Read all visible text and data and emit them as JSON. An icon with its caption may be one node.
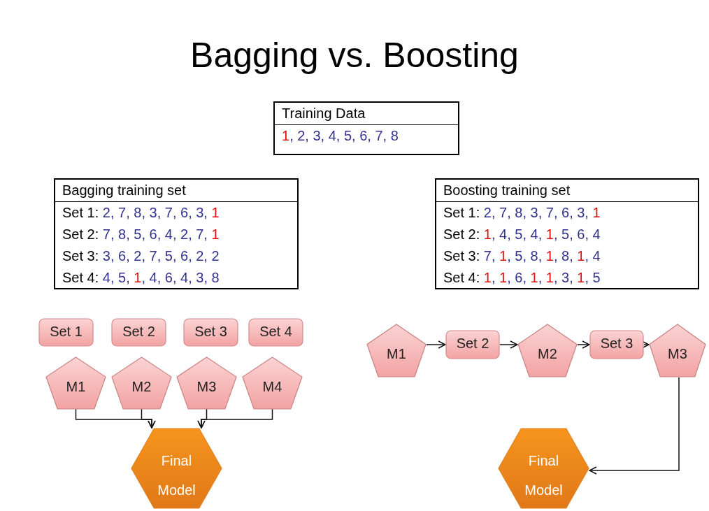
{
  "diagram": {
    "title": "Bagging vs. Boosting",
    "nodes": [
      {
        "text": [
          "Training Data",
          "**1**, 2, 3, 4, 5, 6, 7, 8"
        ]
      },
      {
        "text": [
          "Bagging training set",
          "Set 1:",
          "2, 7, 8, 3, 7, 6, 3, **1**",
          "Set 2:",
          "7, 8, 5, 6, 4, 2, 7, **1**",
          "Set 3:",
          "3, 6, 2, 7, 5, 6, 2, 2",
          "Set 4:",
          "4, 5, **1**, 4, 6, 4, 3, 8"
        ]
      },
      {
        "text": [
          "Boosting training set",
          "Set 1:",
          "2, 7, 8, 3, 7, 6, 3, **1**",
          "Set 2:",
          "**1**, 4, 5, 4, **1**, 5, 6, 4",
          "Set 3:",
          "7, **1**, 5, 8, **1**, 8, **1**, 4",
          "Set 4:",
          "**1**, **1**, 6, **1**, **1**, 3, **1**, 5"
        ]
      },
      {
        "text": [
          "Set 1"
        ]
      },
      {
        "text": [
          "Set 2"
        ]
      },
      {
        "text": [
          "Set 3"
        ]
      },
      {
        "text": [
          "Set 4"
        ]
      },
      {
        "text": [
          "M1"
        ]
      },
      {
        "text": [
          "M2"
        ]
      },
      {
        "text": [
          "M3"
        ]
      },
      {
        "text": [
          "M4"
        ]
      },
      {
        "text": [
          "Final Model"
        ]
      },
      {
        "text": [
          "M1"
        ]
      },
      {
        "text": [
          "Set 2"
        ]
      },
      {
        "text": [
          "M2"
        ]
      },
      {
        "text": [
          "Set 3"
        ]
      },
      {
        "text": [
          "M3"
        ]
      },
      {
        "text": [
          "Final Model"
        ]
      }
    ],
    "edges": [
      {
        "from": 7,
        "to": 11,
        "arrow": "to"
      },
      {
        "from": 8,
        "to": 11,
        "arrow": "to"
      },
      {
        "from": 9,
        "to": 11,
        "arrow": "to"
      },
      {
        "from": 10,
        "to": 11,
        "arrow": "to"
      },
      {
        "from": 12,
        "to": 13,
        "arrow": "to"
      },
      {
        "from": 13,
        "to": 14,
        "arrow": "to"
      },
      {
        "from": 14,
        "to": 15,
        "arrow": "to"
      },
      {
        "from": 15,
        "to": 16,
        "arrow": "to"
      },
      {
        "from": 16,
        "to": 17,
        "arrow": "to"
      }
    ]
  }
}
